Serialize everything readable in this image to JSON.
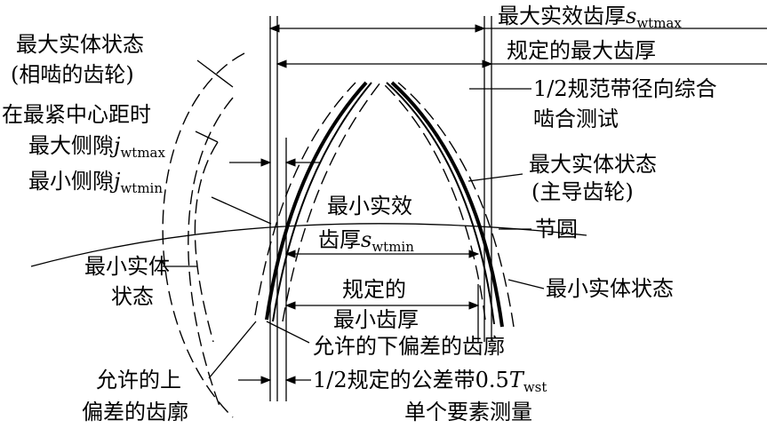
{
  "labels": {
    "smax_prefix": "最大实效齿厚",
    "smax_var": "s",
    "smax_sub": "wtmax",
    "max_thickness": "规定的最大齿厚",
    "radial_line1": "1/2规范带径向综合",
    "radial_line2": "啮合测试",
    "mmc_mating_line1": "最大实体状态",
    "mmc_mating_line2": "(相啮的齿轮)",
    "at_tightest": "在最紧中心距时",
    "jmax_prefix": "最大侧隙",
    "jmax_var": "j",
    "jmax_sub": "wtmax",
    "jmin_prefix": "最小侧隙",
    "jmin_var": "j",
    "jmin_sub": "wtmin",
    "mmc_master_line1": "最大实体状态",
    "mmc_master_line2": "(主导齿轮)",
    "smin_line1": "最小实效",
    "smin_prefix": "齿厚",
    "smin_var": "s",
    "smin_sub": "wtmin",
    "pitch_circle": "节圆",
    "lmc_left_line1": "最小实体",
    "lmc_left_line2": "状态",
    "lmc_right": "最小实体状态",
    "min_thickness_line1": "规定的",
    "min_thickness_line2": "最小齿厚",
    "lower_dev": "允许的下偏差的齿廓",
    "upper_dev_line1": "允许的上",
    "upper_dev_line2": "偏差的齿廓",
    "tol_prefix": "1/2规定的公差带0.5",
    "tol_var": "T",
    "tol_sub": "wst",
    "single_element": "单个要素测量"
  }
}
